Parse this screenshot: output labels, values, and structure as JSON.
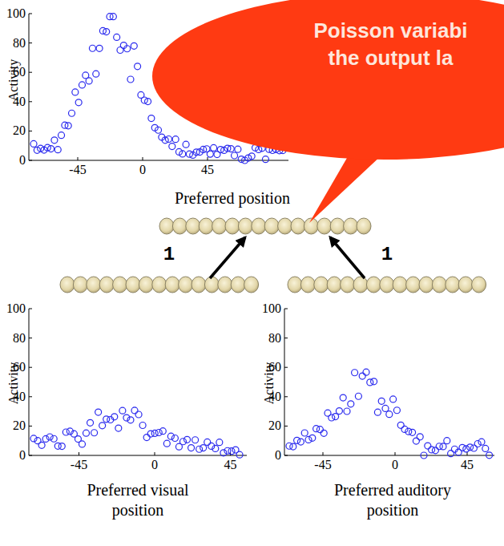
{
  "diagram": {
    "nodes": [
      {
        "text": [
          "Poisson variabi the output la"
        ]
      }
    ],
    "labels": [
      "100",
      "80",
      "60",
      "40",
      "20",
      "0",
      "-45",
      "0",
      "45",
      "Activity",
      "Preferred position",
      "1",
      "1",
      "100",
      "80",
      "60",
      "40",
      "20",
      "0",
      "-45",
      "0",
      "45",
      "Activity",
      "Preferred visual position",
      "100",
      "80",
      "60",
      "40",
      "20",
      "0",
      "-45",
      "0",
      "45",
      "Activity",
      "Preferred auditory position"
    ]
  }
}
